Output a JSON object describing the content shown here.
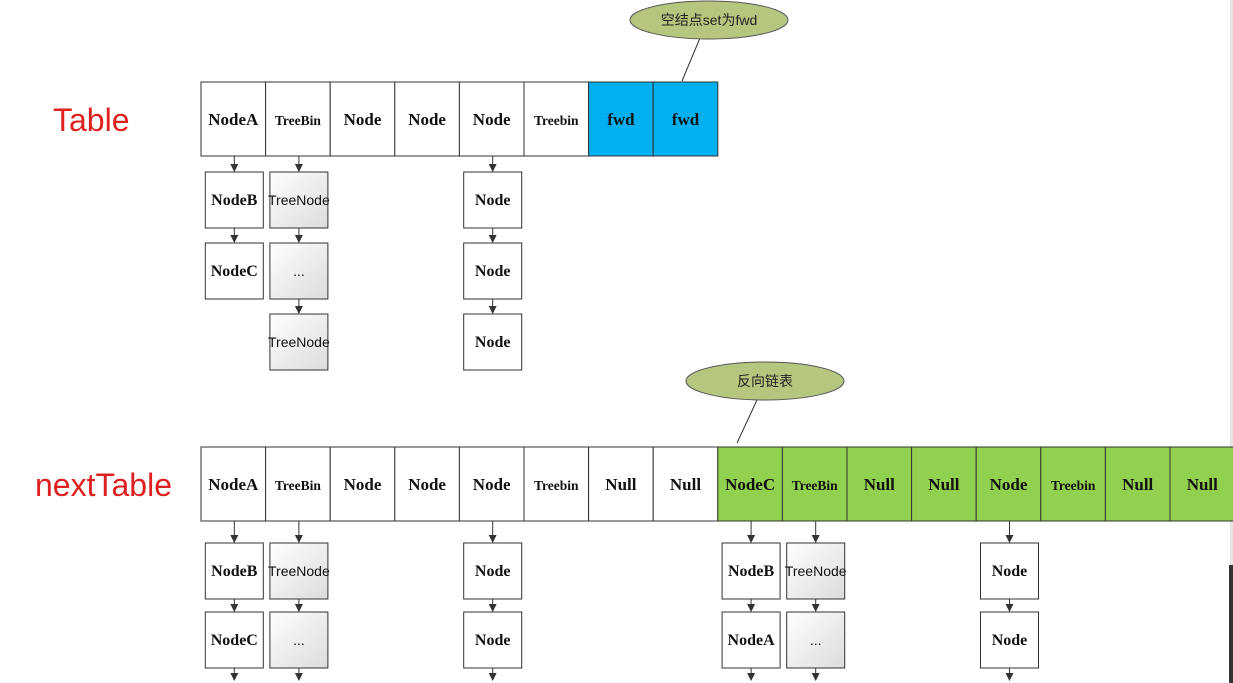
{
  "labels": {
    "table": "Table",
    "next_table": "nextTable"
  },
  "callouts": {
    "top": "空结点set为fwd",
    "bottom": "反向链表"
  },
  "table_cells": [
    "NodeA",
    "TreeBin",
    "Node",
    "Node",
    "Node",
    "Treebin",
    "fwd",
    "fwd"
  ],
  "table_chains": {
    "col0": [
      "NodeB",
      "NodeC"
    ],
    "col1": [
      "TreeNode",
      "...",
      "TreeNode"
    ],
    "col4": [
      "Node",
      "Node",
      "Node"
    ]
  },
  "next_table_cells": [
    "NodeA",
    "TreeBin",
    "Node",
    "Node",
    "Node",
    "Treebin",
    "Null",
    "Null",
    "NodeC",
    "TreeBin",
    "Null",
    "Null",
    "Node",
    "Treebin",
    "Null",
    "Null"
  ],
  "next_table_chains": {
    "col0": [
      "NodeB",
      "NodeC"
    ],
    "col1": [
      "TreeNode",
      "..."
    ],
    "col4": [
      "Node",
      "Node"
    ],
    "col8": [
      "NodeB",
      "NodeA"
    ],
    "col9": [
      "TreeNode",
      "..."
    ],
    "col12": [
      "Node",
      "Node"
    ]
  },
  "colors": {
    "fwd_fill": "#00b0f0",
    "green_fill": "#92d050",
    "callout_fill": "#b6c67e",
    "label_red": "#e02020"
  }
}
